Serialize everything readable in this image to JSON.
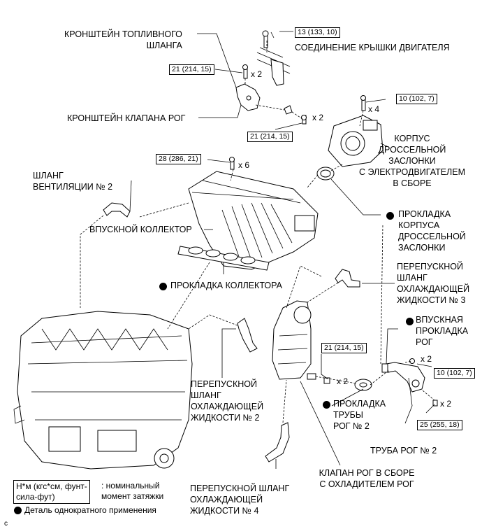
{
  "labels": {
    "fuel_hose_bracket": "КРОНШТЕЙН ТОПЛИВНОГО\nШЛАНГА",
    "engine_cover_joint": "СОЕДИНЕНИЕ КРЫШКИ ДВИГАТЕЛЯ",
    "egr_valve_bracket": "КРОНШТЕЙН КЛАПАНА РОГ",
    "throttle_body": "КОРПУС\nДРОССЕЛЬНОЙ\nЗАСЛОНКИ\nС ЭЛЕКТРОДВИГАТЕЛЕМ\nВ СБОРЕ",
    "vent_hose": "ШЛАНГ\nВЕНТИЛЯЦИИ № 2",
    "intake_manifold": "ВПУСКНОЙ КОЛЛЕКТОР",
    "throttle_gasket": "ПРОКЛАДКА\nКОРПУСА\nДРОССЕЛЬНОЙ\nЗАСЛОНКИ",
    "manifold_gasket": "ПРОКЛАДКА КОЛЛЕКТОРА",
    "bypass_hose_3": "ПЕРЕПУСКНОЙ\nШЛАНГ\nОХЛАЖДАЮЩЕЙ\nЖИДКОСТИ № 3",
    "egr_intake_gasket": "ВПУСКНАЯ\nПРОКЛАДКА\nРОГ",
    "bypass_hose_2": "ПЕРЕПУСКНОЙ\nШЛАНГ\nОХЛАЖДАЮЩЕЙ\nЖИДКОСТИ № 2",
    "egr_pipe_gasket_2": "ПРОКЛАДКА\nТРУБЫ\nРОГ № 2",
    "egr_pipe_2": "ТРУБА РОГ № 2",
    "bypass_hose_4": "ПЕРЕПУСКНОЙ ШЛАНГ\nОХЛАЖДАЮЩЕЙ\nЖИДКОСТИ № 4",
    "egr_valve_cooler": "КЛАПАН РОГ В СБОРЕ\nС ОХЛАДИТЕЛЕМ РОГ"
  },
  "torques": {
    "t1": "13 (133, 10)",
    "t2": "21 (214, 15)",
    "t3": "21 (214, 15)",
    "t4": "10 (102, 7)",
    "t5": "28 (286, 21)",
    "t6": "21 (214, 15)",
    "t7": "10 (102, 7)",
    "t8": "25 (255, 18)"
  },
  "quantities": {
    "q1": "x 2",
    "q2": "x 2",
    "q3": "x 4",
    "q4": "x 6",
    "q5": "x 2",
    "q6": "x 2",
    "q7": "x 2"
  },
  "legend": {
    "unit": "Н*м (кгс*см, фунт-\nсила-фут)",
    "unit_desc": ": номинальный\nмомент затяжки",
    "one_time": "Деталь однократного применения",
    "corner": "c"
  }
}
